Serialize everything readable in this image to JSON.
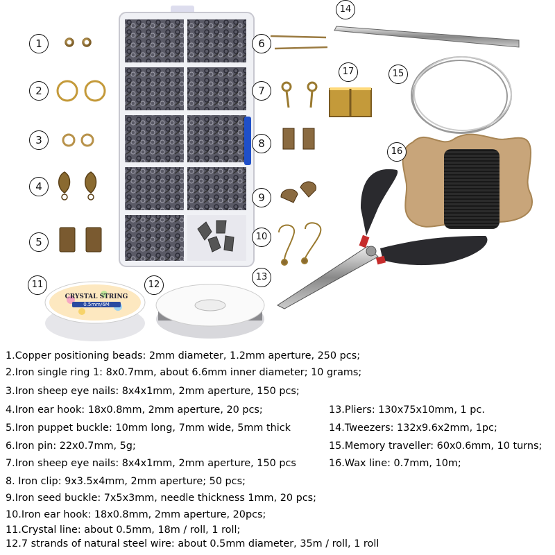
{
  "callouts": [
    "1",
    "2",
    "3",
    "4",
    "5",
    "6",
    "7",
    "8",
    "9",
    "10",
    "11",
    "12",
    "13",
    "14",
    "15",
    "16",
    "17"
  ],
  "spool_label": {
    "brand": "CRYSTAL STRING",
    "size": "0.5mm/6M"
  },
  "specs_left": [
    "1.Copper positioning beads: 2mm diameter, 1.2mm aperture, 250 pcs;",
    "2.Iron single ring 1: 8x0.7mm, about 6.6mm inner diameter; 10 grams;",
    "3.Iron sheep eye nails: 8x4x1mm, 2mm aperture, 150 pcs;",
    "4.Iron ear hook: 18x0.8mm, 2mm aperture, 20 pcs;",
    "5.Iron puppet buckle: 10mm long, 7mm wide, 5mm thick",
    "6.Iron pin: 22x0.7mm, 5g;",
    "7.Iron sheep eye nails: 8x4x1mm, 2mm aperture, 150 pcs",
    "8. Iron clip: 9x3.5x4mm, 2mm aperture; 50 pcs;",
    "9.Iron seed buckle: 7x5x3mm, needle thickness 1mm, 20 pcs;",
    "10.Iron ear hook: 18x0.8mm, 2mm aperture, 20pcs;",
    "11.Crystal line: about 0.5mm, 18m / roll, 1 roll;",
    "12.7 strands of natural steel wire: about 0.5mm diameter, 35m / roll, 1 roll"
  ],
  "specs_right": [
    "13.Pliers: 130x75x10mm, 1 pc.",
    "14.Tweezers: 132x9.6x2mm, 1pc;",
    "15.Memory traveller: 60x0.6mm, 10 turns;",
    "16.Wax line: 0.7mm, 10m;"
  ]
}
